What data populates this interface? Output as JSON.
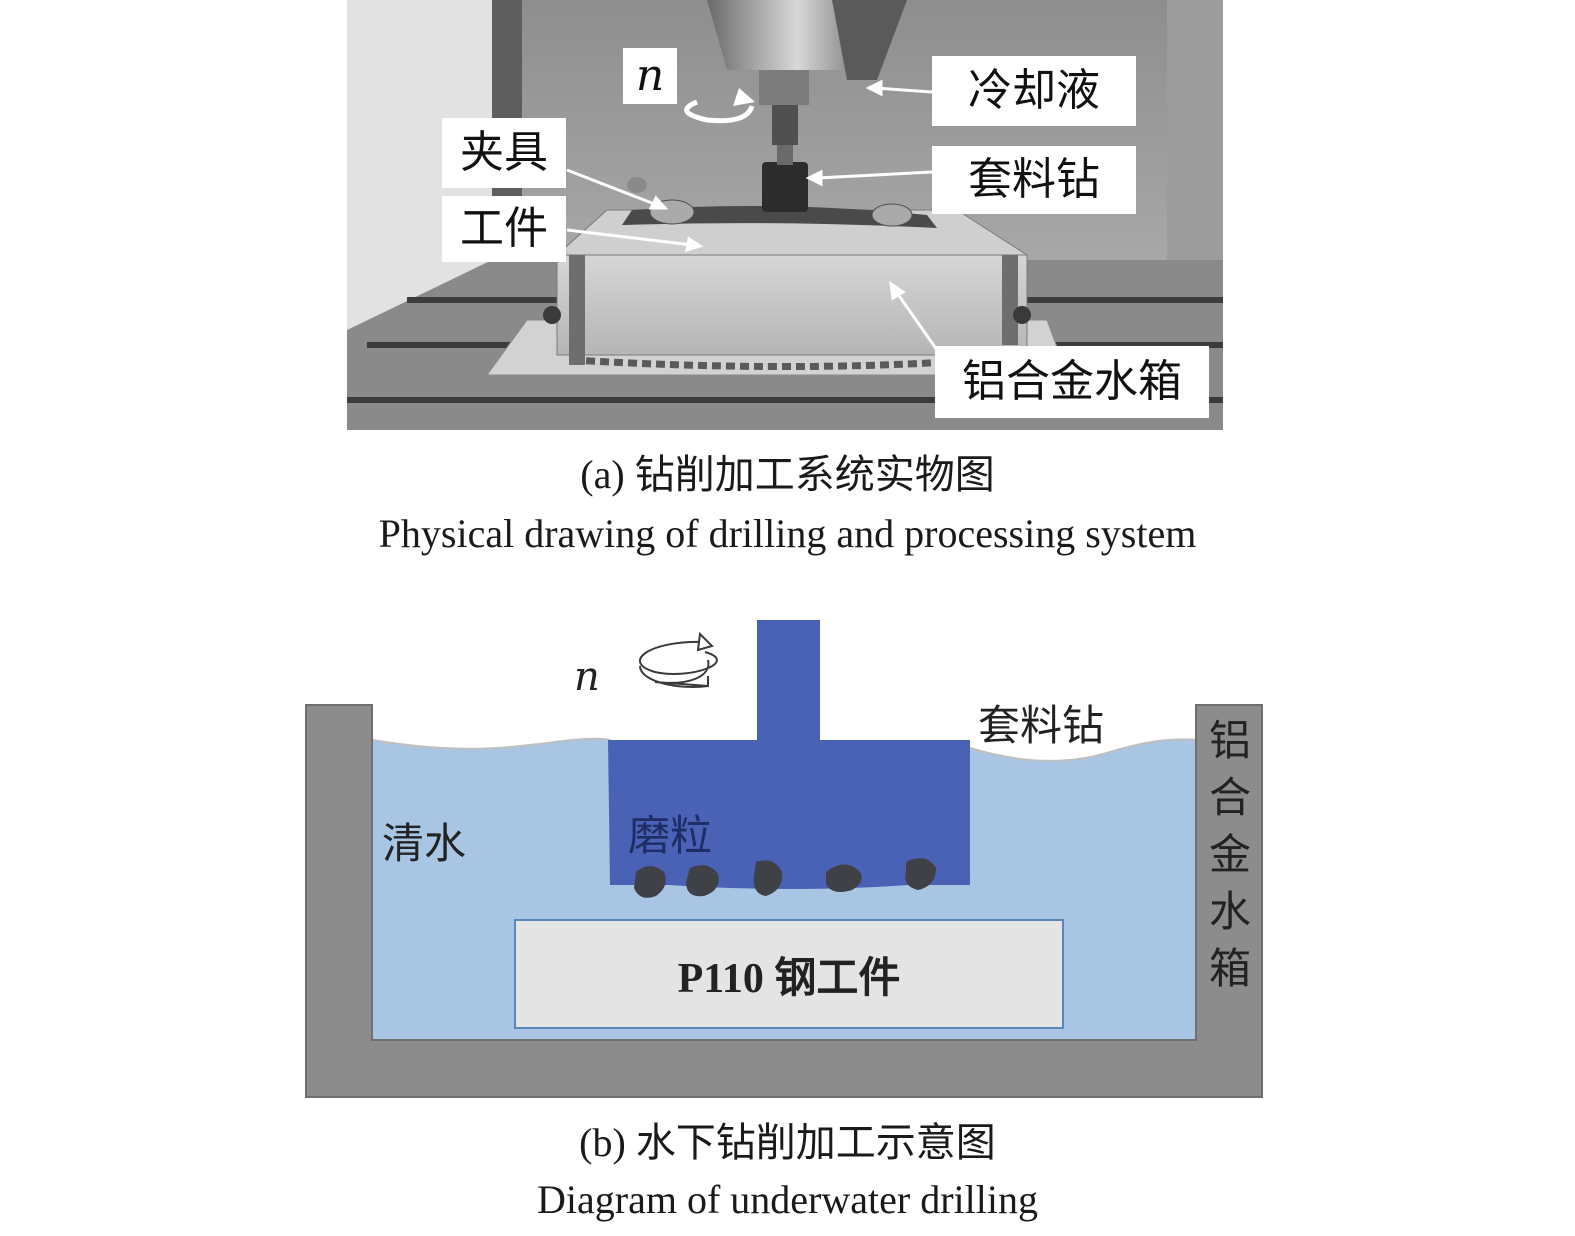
{
  "panel_a": {
    "labels": {
      "rotation": "n",
      "coolant": "冷却液",
      "fixture": "夹具",
      "workpiece": "工件",
      "core_drill": "套料钻",
      "water_tank": "铝合金水箱"
    },
    "caption_cn": "(a) 钻削加工系统实物图",
    "caption_en": "Physical drawing of drilling and processing system"
  },
  "panel_b": {
    "labels": {
      "rotation": "n",
      "core_drill": "套料钻",
      "clean_water": "清水",
      "abrasive_grain": "磨粒",
      "workpiece": "P110 钢工件",
      "tank_chars": [
        "铝",
        "合",
        "金",
        "水",
        "箱"
      ]
    },
    "caption_cn": "(b) 水下钻削加工示意图",
    "caption_en": "Diagram of underwater drilling"
  },
  "colors": {
    "tank_wall": "#8c8c8c",
    "water": "#a8c6e4",
    "drill": "#4a62b5",
    "workpiece_fill": "#e4e4e4",
    "grain": "#3f4147"
  }
}
